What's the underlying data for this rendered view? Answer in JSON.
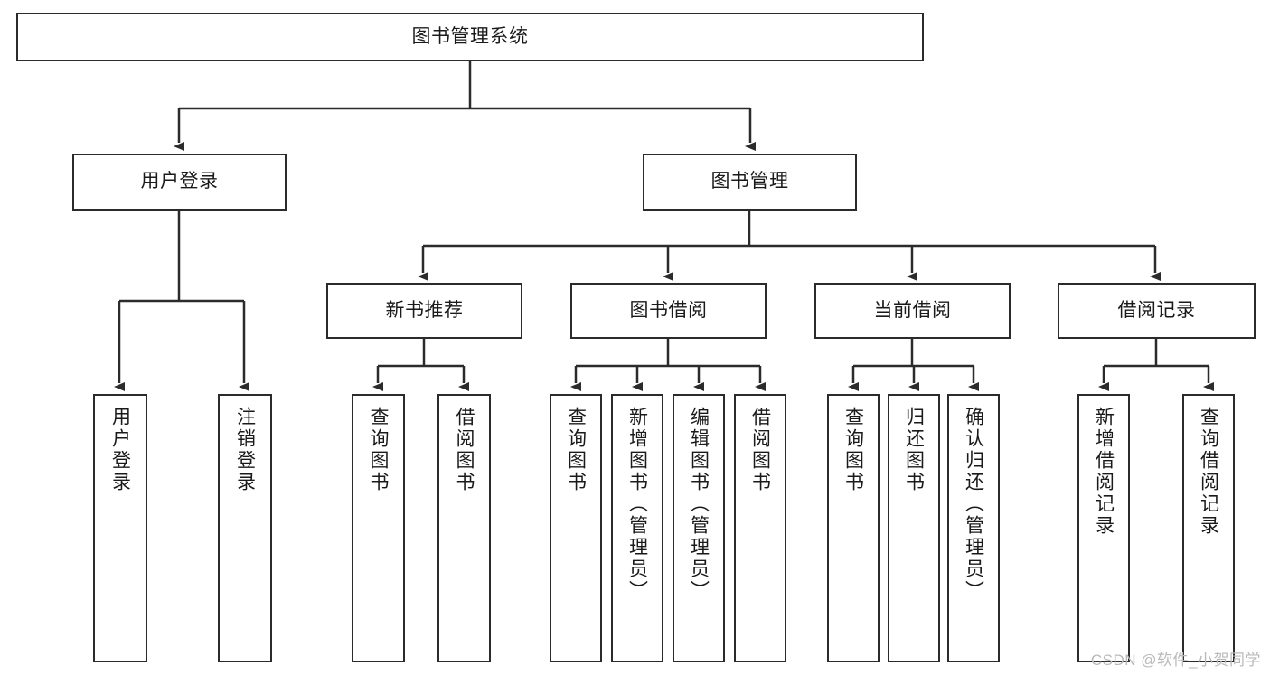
{
  "diagram": {
    "type": "tree",
    "title": "图书管理系统",
    "stroke_color": "#2b2b2b",
    "fill_color": "#ffffff",
    "text_color": "#1a1a1a",
    "background": "#ffffff",
    "levels": [
      {
        "level": 1,
        "nodes": [
          {
            "id": "root",
            "label": "图书管理系统",
            "orientation": "horizontal"
          }
        ]
      },
      {
        "level": 2,
        "nodes": [
          {
            "id": "user-login",
            "label": "用户登录",
            "orientation": "horizontal",
            "parent": "root"
          },
          {
            "id": "book-manage",
            "label": "图书管理",
            "orientation": "horizontal",
            "parent": "root"
          }
        ]
      },
      {
        "level": 3,
        "nodes": [
          {
            "id": "new-book-rec",
            "label": "新书推荐",
            "orientation": "horizontal",
            "parent": "book-manage"
          },
          {
            "id": "book-borrow",
            "label": "图书借阅",
            "orientation": "horizontal",
            "parent": "book-manage"
          },
          {
            "id": "current-borrow",
            "label": "当前借阅",
            "orientation": "horizontal",
            "parent": "book-manage"
          },
          {
            "id": "borrow-record",
            "label": "借阅记录",
            "orientation": "horizontal",
            "parent": "book-manage"
          }
        ]
      },
      {
        "level": 4,
        "nodes": [
          {
            "id": "leaf-user-login",
            "label": "用户登录",
            "orientation": "vertical",
            "parent": "user-login"
          },
          {
            "id": "leaf-logout-login",
            "label": "注销登录",
            "orientation": "vertical",
            "parent": "user-login"
          },
          {
            "id": "leaf-query-book-1",
            "label": "查询图书",
            "orientation": "vertical",
            "parent": "new-book-rec"
          },
          {
            "id": "leaf-borrow-book-1",
            "label": "借阅图书",
            "orientation": "vertical",
            "parent": "new-book-rec"
          },
          {
            "id": "leaf-query-book-2",
            "label": "查询图书",
            "orientation": "vertical",
            "parent": "book-borrow"
          },
          {
            "id": "leaf-add-book",
            "label": "新增图书（管理员）",
            "orientation": "vertical",
            "parent": "book-borrow"
          },
          {
            "id": "leaf-edit-book",
            "label": "编辑图书（管理员）",
            "orientation": "vertical",
            "parent": "book-borrow"
          },
          {
            "id": "leaf-borrow-book-2",
            "label": "借阅图书",
            "orientation": "vertical",
            "parent": "book-borrow"
          },
          {
            "id": "leaf-query-book-3",
            "label": "查询图书",
            "orientation": "vertical",
            "parent": "current-borrow"
          },
          {
            "id": "leaf-return-book",
            "label": "归还图书",
            "orientation": "vertical",
            "parent": "current-borrow"
          },
          {
            "id": "leaf-confirm-return",
            "label": "确认归还（管理员）",
            "orientation": "vertical",
            "parent": "current-borrow"
          },
          {
            "id": "leaf-add-record",
            "label": "新增借阅记录",
            "orientation": "vertical",
            "parent": "borrow-record"
          },
          {
            "id": "leaf-query-record",
            "label": "查询借阅记录",
            "orientation": "vertical",
            "parent": "borrow-record"
          }
        ]
      }
    ]
  },
  "watermark": {
    "text": "CSDN @软件_小贺同学"
  }
}
